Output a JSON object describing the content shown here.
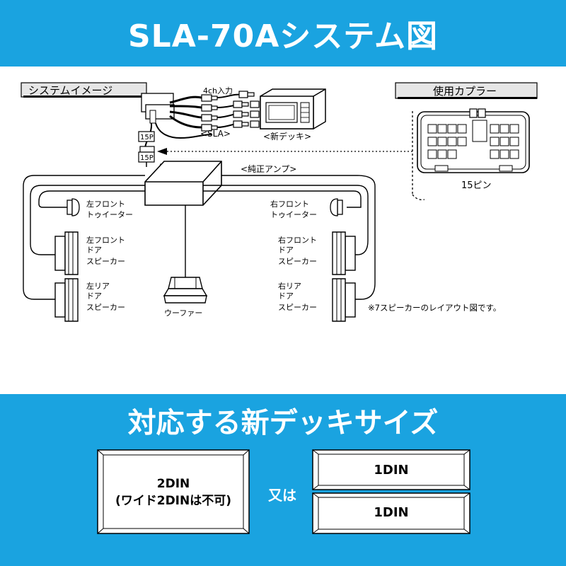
{
  "title": "SLA-70Aシステム図",
  "system_image": {
    "heading": "システムイメージ",
    "input_label": "4ch入力",
    "sla_label": "<SLA>",
    "deck_label": "<新デッキ>",
    "amp_label": "<純正アンプ>",
    "pin_badge_top": "15P",
    "pin_badge_bottom": "15P",
    "speakers": {
      "left_front_tweeter": [
        "左フロント",
        "トゥイーター"
      ],
      "left_front_door": [
        "左フロント",
        "ドア",
        "スピーカー"
      ],
      "left_rear_door": [
        "左リア",
        "ドア",
        "スピーカー"
      ],
      "right_front_tweeter": [
        "右フロント",
        "トゥイーター"
      ],
      "right_front_door": [
        "右フロント",
        "ドア",
        "スピーカー"
      ],
      "right_rear_door": [
        "右リア",
        "ドア",
        "スピーカー"
      ],
      "woofer": "ウーファー"
    },
    "note": "※7スピーカーのレイアウト図です。"
  },
  "coupler": {
    "heading": "使用カプラー",
    "pin_label": "15ピン"
  },
  "deck_sizes": {
    "title": "対応する新デッキサイズ",
    "din2_line1": "2DIN",
    "din2_line2": "(ワイド2DINは不可)",
    "or_text": "又は",
    "din1_top": "1DIN",
    "din1_bottom": "1DIN"
  },
  "colors": {
    "banner": "#1aa3e0",
    "panel_fill": "#e6e6e6"
  }
}
